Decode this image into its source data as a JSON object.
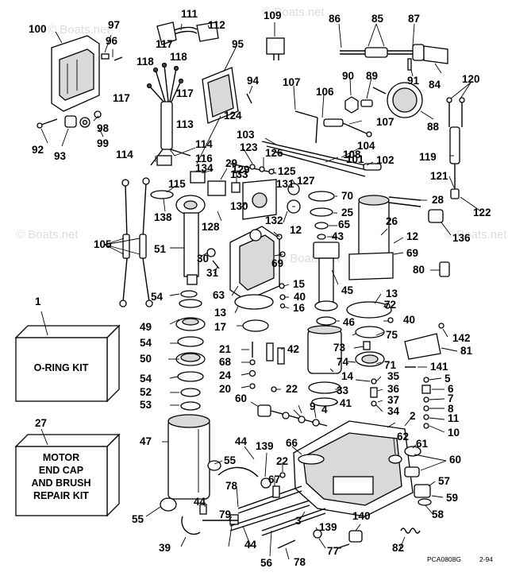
{
  "diagram": {
    "part_numbers": [
      "1",
      "2",
      "3",
      "4",
      "5",
      "6",
      "7",
      "8",
      "9",
      "10",
      "11",
      "12",
      "13",
      "14",
      "15",
      "16",
      "17",
      "20",
      "21",
      "22",
      "24",
      "25",
      "26",
      "27",
      "28",
      "29",
      "30",
      "31",
      "33",
      "34",
      "35",
      "36",
      "37",
      "39",
      "40",
      "41",
      "42",
      "43",
      "44",
      "45",
      "46",
      "47",
      "49",
      "50",
      "51",
      "52",
      "53",
      "54",
      "55",
      "56",
      "57",
      "58",
      "59",
      "60",
      "61",
      "62",
      "63",
      "65",
      "66",
      "67",
      "68",
      "69",
      "70",
      "71",
      "72",
      "73",
      "74",
      "75",
      "77",
      "78",
      "79",
      "80",
      "81",
      "82",
      "84",
      "85",
      "86",
      "87",
      "88",
      "89",
      "90",
      "91",
      "92",
      "93",
      "94",
      "95",
      "96",
      "97",
      "98",
      "99",
      "100",
      "101",
      "102",
      "103",
      "104",
      "105",
      "106",
      "107",
      "108",
      "109",
      "111",
      "112",
      "113",
      "114",
      "115",
      "116",
      "117",
      "118",
      "119",
      "120",
      "121",
      "122",
      "123",
      "124",
      "125",
      "126",
      "127",
      "128",
      "129",
      "130",
      "131",
      "132",
      "133",
      "134",
      "136",
      "138",
      "139",
      "140",
      "141",
      "142"
    ],
    "kits": {
      "oring": "O-RING KIT",
      "motor_line1": "MOTOR",
      "motor_line2": "END CAP",
      "motor_line3": "AND BRUSH",
      "motor_line4": "REPAIR KIT"
    },
    "drawing_code": "PCA0808G",
    "date_code": "2-94",
    "watermark": "© Boats.net"
  }
}
